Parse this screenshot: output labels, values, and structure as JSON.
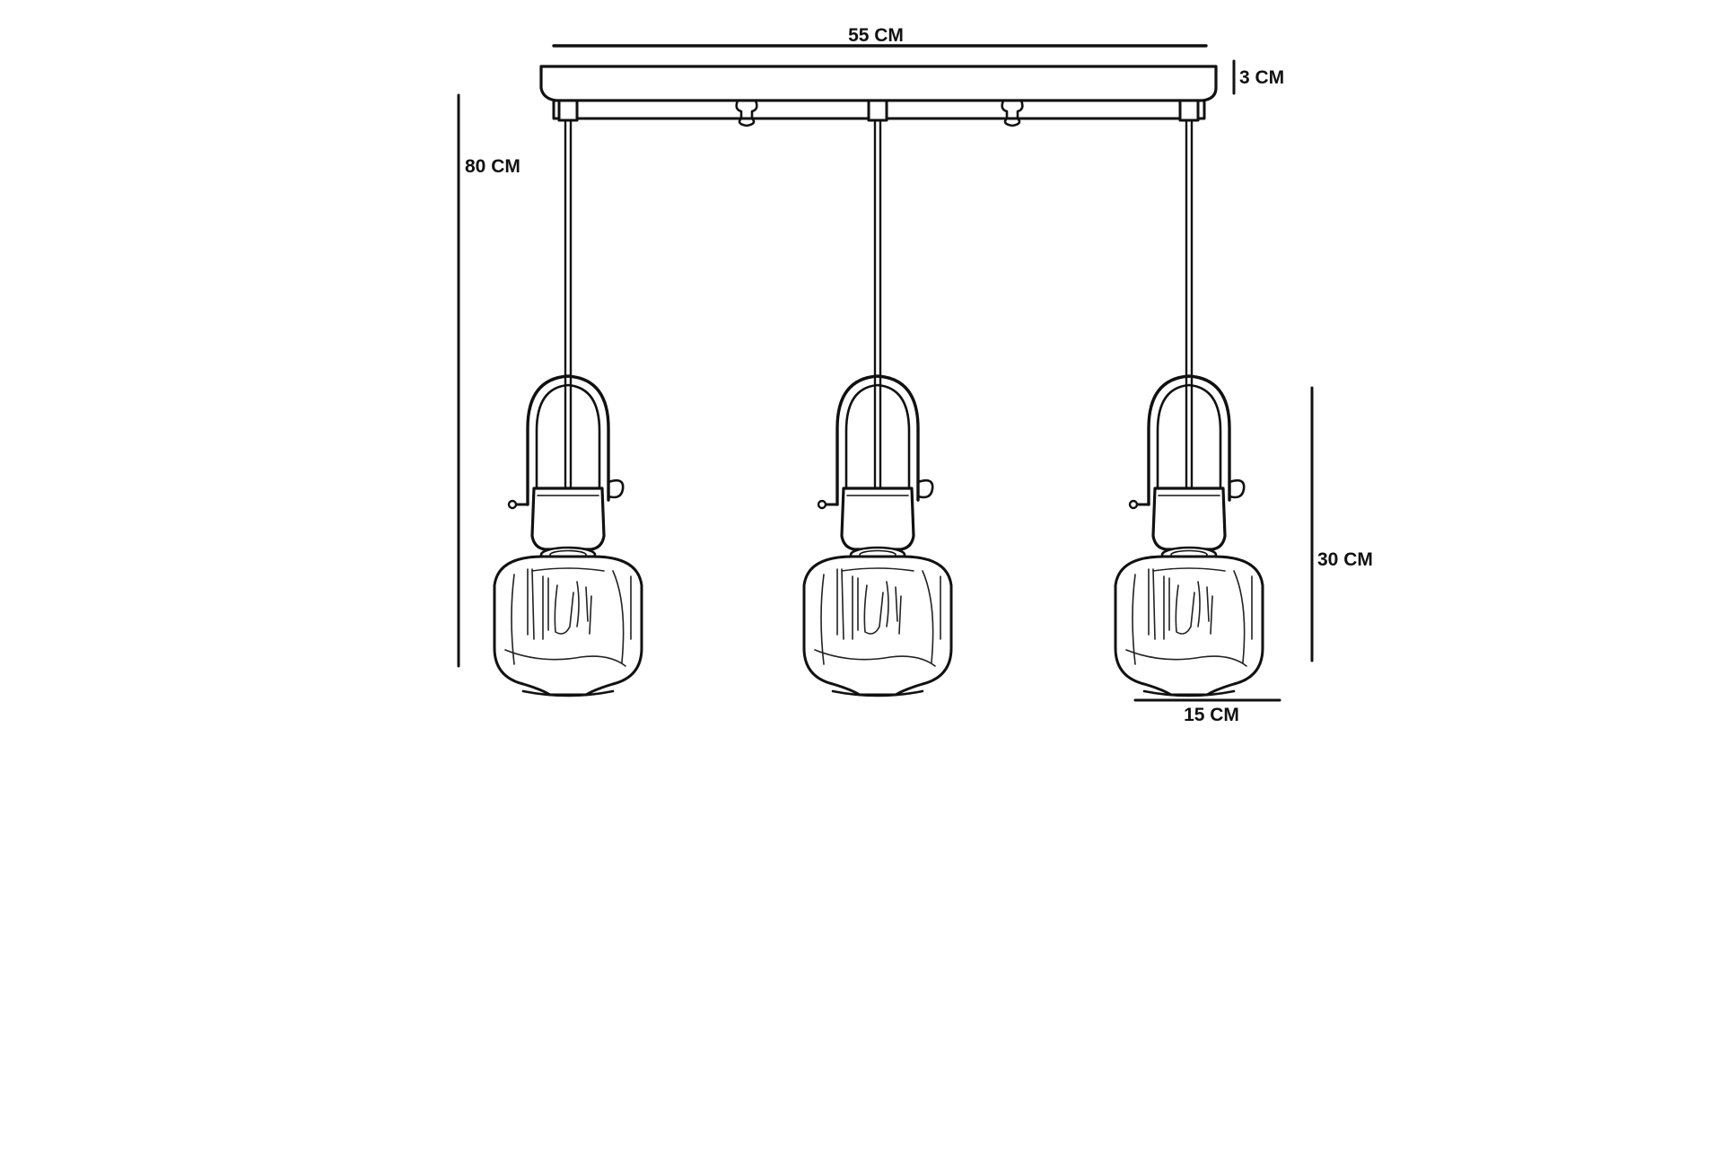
{
  "drawing": {
    "subject": "three-pendant-lamp",
    "line_color": "#111111",
    "background": "#ffffff",
    "lamp_count": 3
  },
  "dimensions": {
    "width_label": "55 CM",
    "canopy_height_label": "3 CM",
    "drop_label": "80 CM",
    "shade_height_label": "30 CM",
    "shade_width_label": "15 CM"
  }
}
